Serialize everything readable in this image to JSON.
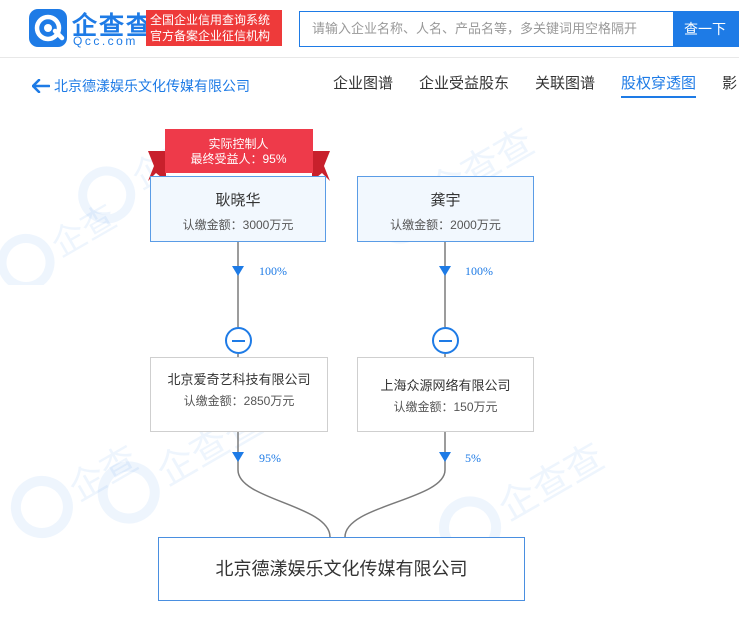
{
  "header": {
    "logo_name": "企查查",
    "logo_sub": "Qcc.com",
    "slogan_line1": "全国企业信用查询系统",
    "slogan_line2": "官方备案企业征信机构",
    "search_placeholder": "请输入企业名称、人名、产品名等，多关键词用空格隔开",
    "search_button": "查一下"
  },
  "nav": {
    "back_label": "北京德漾娱乐文化传媒有限公司",
    "tabs": [
      {
        "label": "企业图谱",
        "active": false
      },
      {
        "label": "企业受益股东",
        "active": false
      },
      {
        "label": "关联图谱",
        "active": false
      },
      {
        "label": "股权穿透图",
        "active": true
      },
      {
        "label": "影",
        "active": false
      }
    ]
  },
  "diagram": {
    "badge": {
      "line1": "实际控制人",
      "line2": "最终受益人：95%"
    },
    "holders": [
      {
        "name": "耿晓华",
        "capital": "认缴金额：3000万元",
        "percent": "100%"
      },
      {
        "name": "龚宇",
        "capital": "认缴金额：2000万元",
        "percent": "100%"
      }
    ],
    "intermediates": [
      {
        "name": "北京爱奇艺科技有限公司",
        "capital": "认缴金额：2850万元",
        "percent": "95%"
      },
      {
        "name": "上海众源网络有限公司",
        "capital": "认缴金额：150万元",
        "percent": "5%"
      }
    ],
    "target": {
      "name": "北京德漾娱乐文化传媒有限公司"
    }
  },
  "colors": {
    "brand_blue": "#1e7be6",
    "badge_red": "#ee3a3a",
    "line_gray": "#7a7a7a"
  }
}
